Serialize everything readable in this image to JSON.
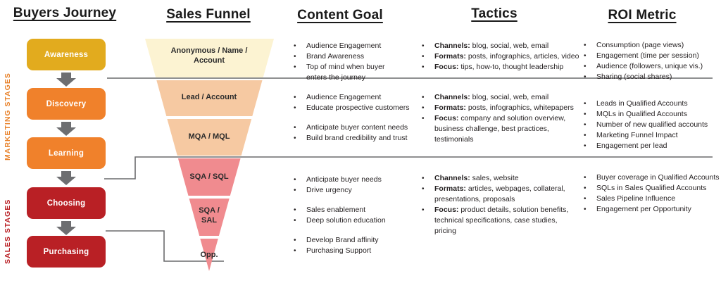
{
  "headers": {
    "buyers_journey": "Buyers Journey",
    "sales_funnel": "Sales Funnel",
    "content_goal": "Content Goal",
    "tactics": "Tactics",
    "roi_metric": "ROI Metric"
  },
  "side_labels": {
    "marketing": "MARKETING STAGES",
    "sales": "SALES STAGES"
  },
  "journey_stages": [
    {
      "label": "Awareness",
      "color": "#e2ab1e"
    },
    {
      "label": "Discovery",
      "color": "#f0812b"
    },
    {
      "label": "Learning",
      "color": "#f0812b"
    },
    {
      "label": "Choosing",
      "color": "#b92025"
    },
    {
      "label": "Purchasing",
      "color": "#b92025"
    }
  ],
  "funnel_segments": [
    {
      "label": "Anonymous / Name / Account",
      "color": "#fcf3d2"
    },
    {
      "label": "Lead / Account",
      "color": "#f6c9a2"
    },
    {
      "label": "MQA / MQL",
      "color": "#f6c9a2"
    },
    {
      "label": "SQA / SQL",
      "color": "#f08b8f"
    },
    {
      "label": "SQA / SAL",
      "color": "#f08b8f"
    },
    {
      "label": "Opp.",
      "color": "#f08b8f"
    }
  ],
  "content_goal": {
    "band1_g1": [
      "Audience Engagement",
      "Brand Awareness",
      "Top of mind when buyer enters the journey"
    ],
    "band2_g1": [
      "Audience Engagement",
      "Educate prospective customers"
    ],
    "band2_g2": [
      "Anticipate buyer content needs",
      "Build brand credibility and trust"
    ],
    "band3_g1": [
      "Anticipate buyer needs",
      "Drive urgency"
    ],
    "band3_g2": [
      "Sales enablement",
      "Deep solution education"
    ],
    "band3_g3": [
      "Develop Brand affinity",
      "Purchasing Support"
    ]
  },
  "tactics": {
    "band1": [
      {
        "label": "Channels:",
        "text": "blog, social, web, email"
      },
      {
        "label": "Formats:",
        "text": "posts, infographics, articles, video"
      },
      {
        "label": "Focus:",
        "text": "tips, how-to, thought leadership"
      }
    ],
    "band2": [
      {
        "label": "Channels:",
        "text": "blog, social, web, email"
      },
      {
        "label": "Formats:",
        "text": "posts, infographics, whitepapers"
      },
      {
        "label": "Focus:",
        "text": "company and solution overview, business challenge, best practices, testimonials"
      }
    ],
    "band3": [
      {
        "label": "Channels:",
        "text": "sales, website"
      },
      {
        "label": "Formats:",
        "text": "articles, webpages, collateral, presentations, proposals"
      },
      {
        "label": "Focus:",
        "text": "product details, solution benefits, technical specifications, case studies, pricing"
      }
    ]
  },
  "roi_metric": {
    "band1": [
      "Consumption (page views)",
      "Engagement (time per session)",
      "Audience (followers, unique vis.)",
      "Sharing (social shares)"
    ],
    "band2": [
      "Leads in Qualified Accounts",
      "MQLs in Qualified Accounts",
      "Number of new qualified accounts",
      "Marketing Funnel Impact",
      "Engagement per lead"
    ],
    "band3": [
      "Buyer coverage in Qualified Accounts",
      "SQLs in Sales Qualified Accounts",
      "Sales Pipeline Influence",
      "Engagement per Opportunity"
    ]
  },
  "colors": {
    "connector_gray": "#6a6b6d",
    "arrow_gray": "#6d6e71",
    "marketing_accent": "#e8822b",
    "sales_accent": "#b92025"
  }
}
